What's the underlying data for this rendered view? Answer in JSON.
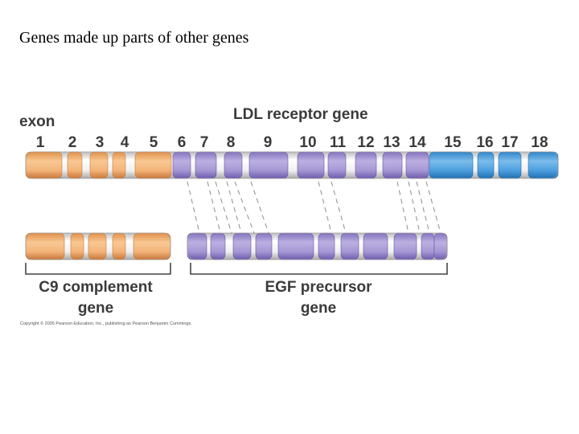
{
  "title": "Genes made up parts of other genes",
  "labels": {
    "exon": "exon",
    "ldl_gene": "LDL receptor gene",
    "c9_line1": "C9 complement",
    "c9_line2": "gene",
    "egf_line1": "EGF precursor",
    "egf_line2": "gene",
    "copyright": "Copyright © 2005 Pearson Education, Inc., publishing as Pearson Benjamin Cummings."
  },
  "exon_numbers": [
    "1",
    "2",
    "3",
    "4",
    "5",
    "6",
    "7",
    "8",
    "9",
    "10",
    "11",
    "12",
    "13",
    "14",
    "15",
    "16",
    "17",
    "18"
  ],
  "colors": {
    "orange": "#f3b378",
    "orange_dark": "#cc7a35",
    "purple": "#a596d3",
    "purple_dark": "#6a56a8",
    "blue": "#4c9fde",
    "blue_dark": "#1c6cae",
    "intron": "#f2f2f2",
    "intron_shade": "#c8c8c8",
    "text": "#3a3a3a"
  }
}
